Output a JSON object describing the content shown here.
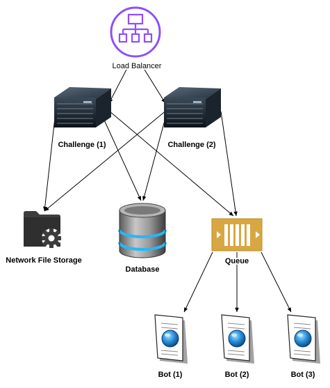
{
  "nodes": {
    "load_balancer": {
      "label": "Load Balancer",
      "color": "#8C4FFF"
    },
    "challenge_1": {
      "label": "Challenge (1)"
    },
    "challenge_2": {
      "label": "Challenge (2)"
    },
    "nfs": {
      "label": "Network File Storage"
    },
    "database": {
      "label": "Database"
    },
    "queue": {
      "label": "Queue",
      "color": "#D9A741"
    },
    "bot_1": {
      "label": "Bot (1)"
    },
    "bot_2": {
      "label": "Bot (2)"
    },
    "bot_3": {
      "label": "Bot (3)"
    }
  },
  "edges": [
    {
      "from": "load_balancer",
      "to": "challenge_1"
    },
    {
      "from": "load_balancer",
      "to": "challenge_2"
    },
    {
      "from": "challenge_1",
      "to": "nfs"
    },
    {
      "from": "challenge_1",
      "to": "database"
    },
    {
      "from": "challenge_1",
      "to": "queue"
    },
    {
      "from": "challenge_2",
      "to": "nfs"
    },
    {
      "from": "challenge_2",
      "to": "database"
    },
    {
      "from": "challenge_2",
      "to": "queue"
    },
    {
      "from": "queue",
      "to": "bot_1"
    },
    {
      "from": "queue",
      "to": "bot_2"
    },
    {
      "from": "queue",
      "to": "bot_3"
    }
  ]
}
